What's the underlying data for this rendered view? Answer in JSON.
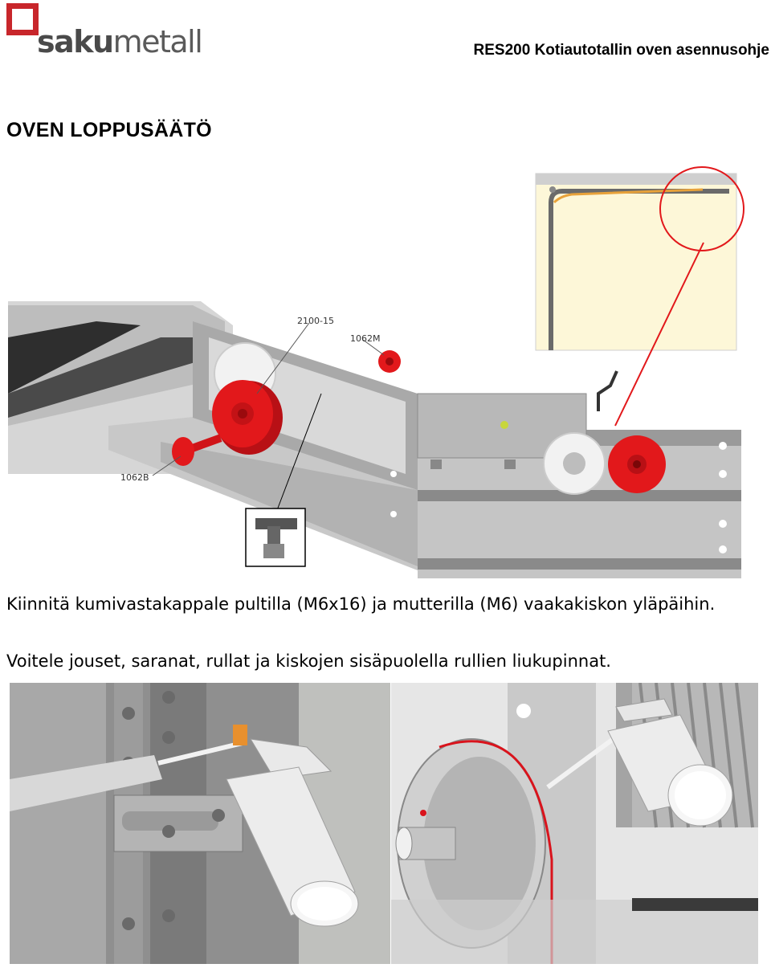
{
  "header": {
    "logo_bold": "saku",
    "logo_regular": "metall",
    "doc_title": "RES200 Kotiautotallin oven asennusohje"
  },
  "section_title": "OVEN LOPPUSÄÄTÖ",
  "figure1": {
    "callouts": [
      "2100-15",
      "1062M",
      "1062B"
    ]
  },
  "paragraphs": [
    "Kiinnitä kumivastakappale pultilla (M6x16) ja mutterilla (M6) vaakakiskon yläpäihin.",
    "Voitele jouset, saranat, rullat ja kiskojen sisäpuolella rullien liukupinnat."
  ],
  "colors": {
    "brand_red": "#c8262b",
    "part_red": "#e2181b",
    "overview_bg": "#fdf7d8"
  }
}
